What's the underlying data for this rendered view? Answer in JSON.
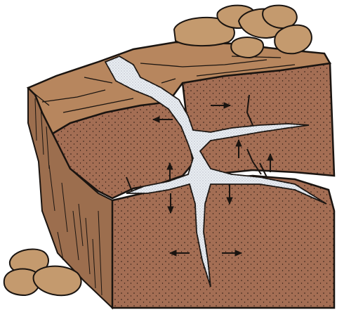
{
  "illustration": {
    "subject": "frost-wedging-rock-block",
    "colors": {
      "background": "#ffffff",
      "rock_face": "#a46e54",
      "rock_top": "#b7865e",
      "cliff_side": "#9c6e4e",
      "boulder": "#c49a6e",
      "ice": "#e9edf2",
      "ice_stipple": "#8c95a0",
      "outline": "#1a1410"
    },
    "arrows": [
      {
        "name": "arrow-upper-right",
        "direction": "right"
      },
      {
        "name": "arrow-upper-left",
        "direction": "left"
      },
      {
        "name": "arrow-middle-up-left",
        "direction": "up"
      },
      {
        "name": "arrow-middle-up-right",
        "direction": "up"
      },
      {
        "name": "arrow-left-up",
        "direction": "up"
      },
      {
        "name": "arrow-left-down",
        "direction": "down"
      },
      {
        "name": "arrow-right-down",
        "direction": "down"
      },
      {
        "name": "arrow-bottom-left",
        "direction": "left"
      },
      {
        "name": "arrow-bottom-right",
        "direction": "right"
      }
    ]
  }
}
